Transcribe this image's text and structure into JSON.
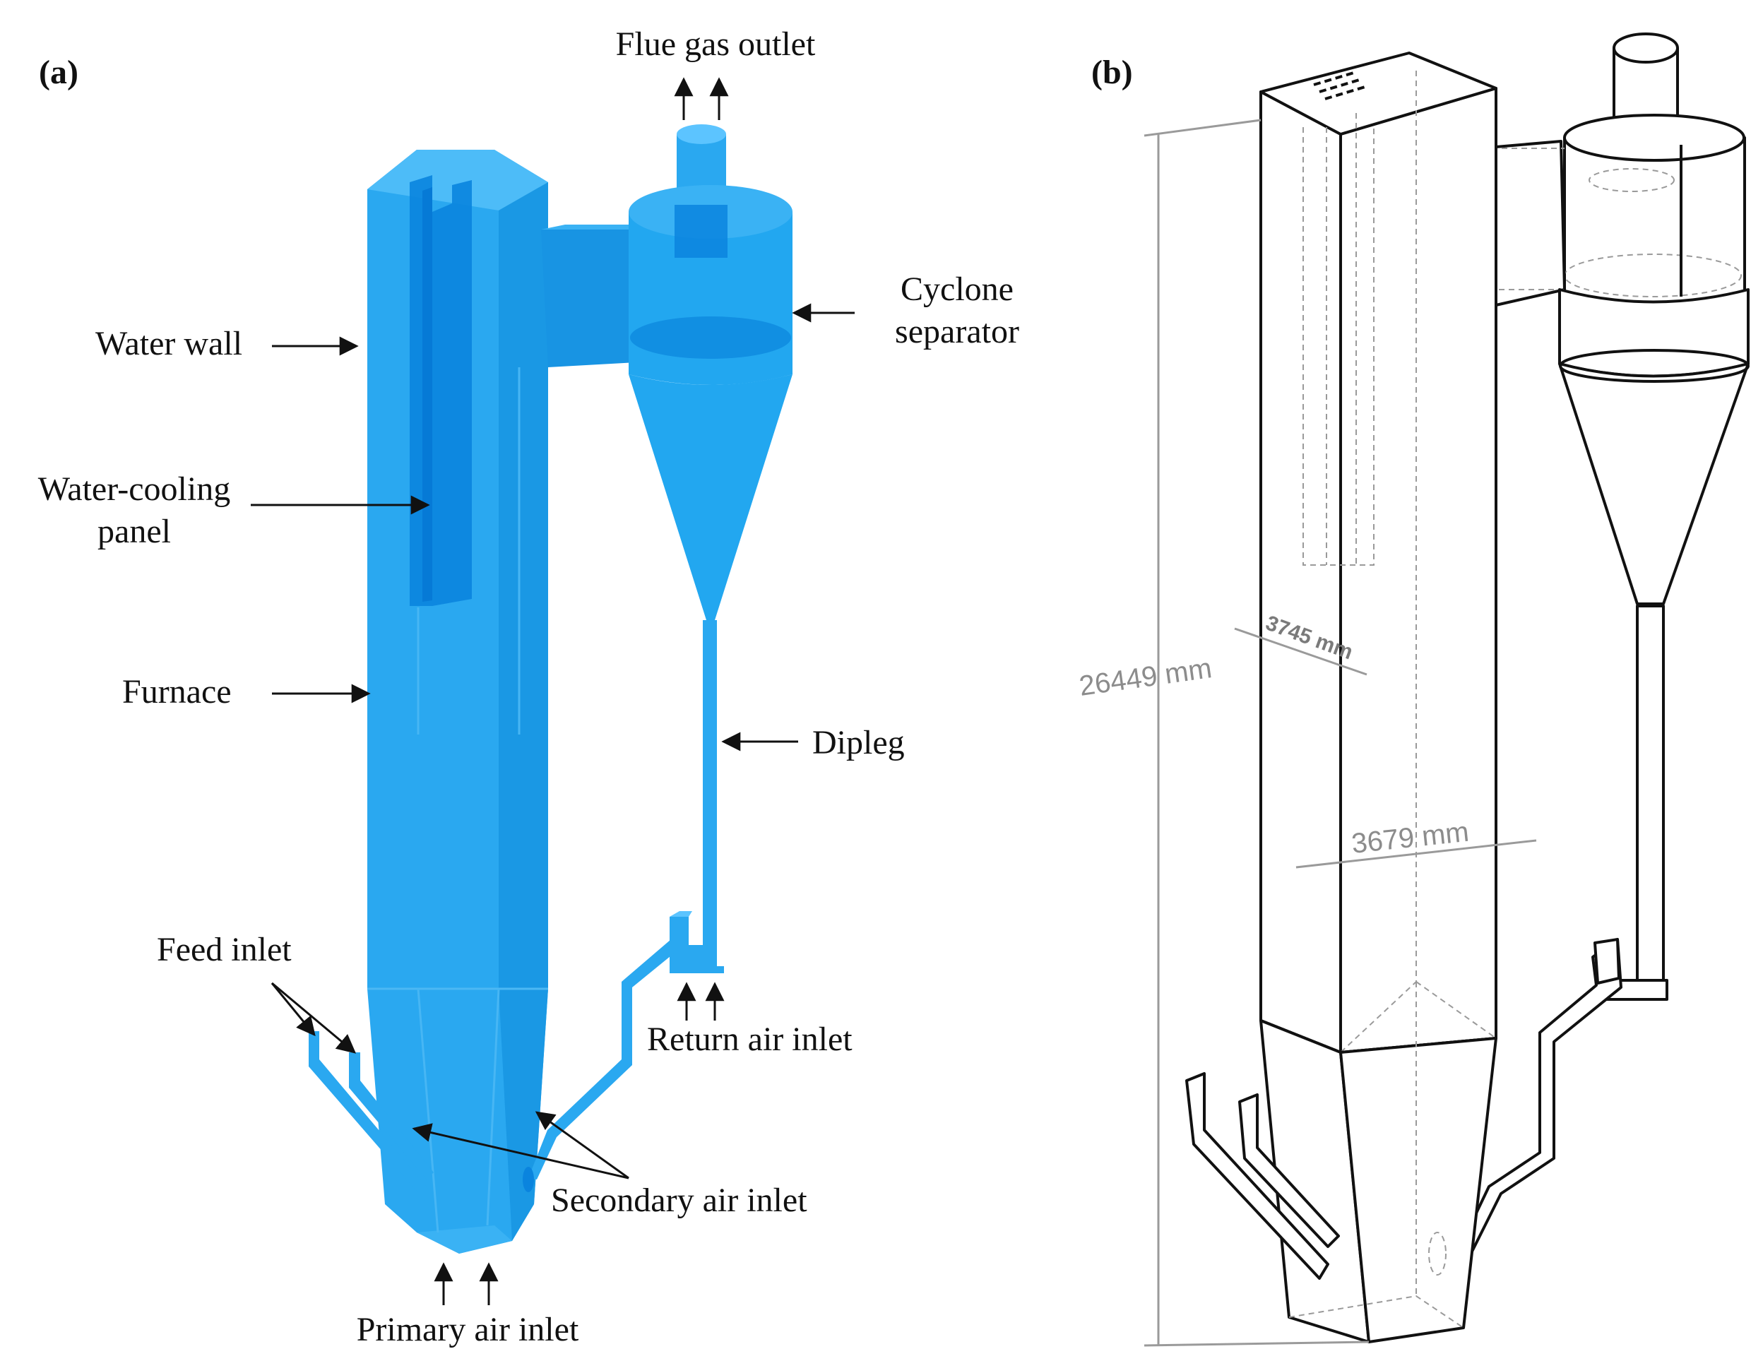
{
  "panel_a": {
    "tag": "(a)",
    "labels": {
      "flue_gas_outlet": "Flue gas outlet",
      "cyclone_line1": "Cyclone",
      "cyclone_line2": "separator",
      "water_wall": "Water wall",
      "water_cooling_line1": "Water-cooling",
      "water_cooling_line2": "panel",
      "furnace": "Furnace",
      "dipleg": "Dipleg",
      "feed_inlet": "Feed inlet",
      "return_air_inlet": "Return air inlet",
      "secondary_air_inlet": "Secondary air inlet",
      "primary_air_inlet": "Primary air inlet"
    },
    "colors": {
      "model_fill": "#22a7f0",
      "model_dark": "#0a84de",
      "model_light": "#5cc4ff"
    }
  },
  "panel_b": {
    "tag": "(b)",
    "dimensions": {
      "height": "26449 mm",
      "depth": "3745 mm",
      "width": "3679 mm"
    }
  }
}
